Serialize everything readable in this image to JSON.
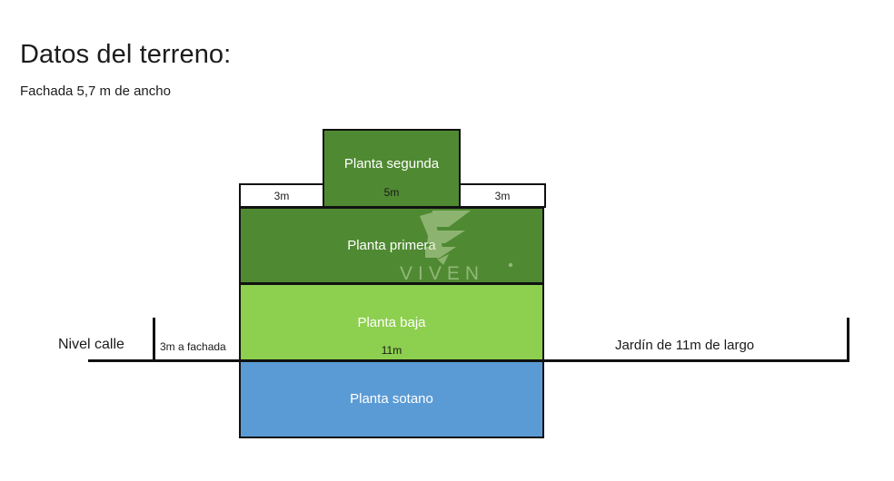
{
  "header": {
    "title": "Datos del terreno:",
    "subtitle": "Fachada 5,7 m de ancho"
  },
  "colors": {
    "floor_dark_green": "#4f8a32",
    "floor_light_green": "#8dcf4e",
    "floor_blue": "#5b9bd5",
    "outline": "#111111",
    "terrace_fill": "#ffffff",
    "label_light": "#ffffff",
    "label_dark": "#1a1a1a"
  },
  "diagram": {
    "floors": [
      {
        "id": "second",
        "label": "Planta segunda",
        "dimension": "5m"
      },
      {
        "id": "first",
        "label": "Planta primera",
        "dimension": ""
      },
      {
        "id": "ground",
        "label": "Planta baja",
        "dimension": "11m"
      },
      {
        "id": "basement",
        "label": "Planta sotano",
        "dimension": ""
      }
    ],
    "terrace": {
      "left_label": "3m",
      "right_label": "3m"
    },
    "annotations": {
      "street_level": "Nivel calle",
      "setback": "3m a fachada",
      "garden": "Jardín de 11m de largo"
    },
    "watermark": {
      "wordmark": "VIVEN",
      "trademark": "°",
      "mark_name": "viven-wing-mark"
    }
  }
}
